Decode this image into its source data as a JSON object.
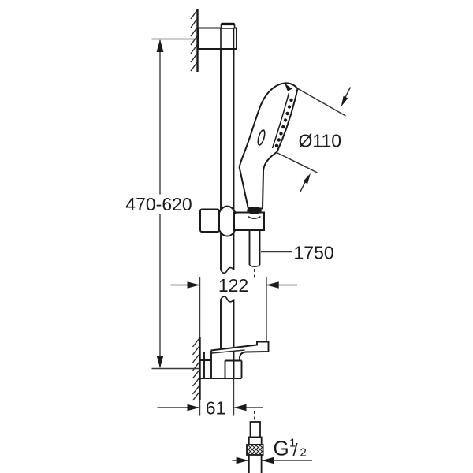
{
  "drawing": {
    "labels": {
      "height_range": "470-620",
      "head_diameter": "Ø110",
      "hose_length": "1750",
      "projection": "122",
      "wall_offset": "61",
      "thread_letter": "G",
      "thread_numerator": "1",
      "thread_slash": "/",
      "thread_denominator": "2"
    },
    "colors": {
      "outline": "#1a1a1a",
      "dimension_line": "#3a3a3a",
      "background": "#ffffff"
    }
  }
}
